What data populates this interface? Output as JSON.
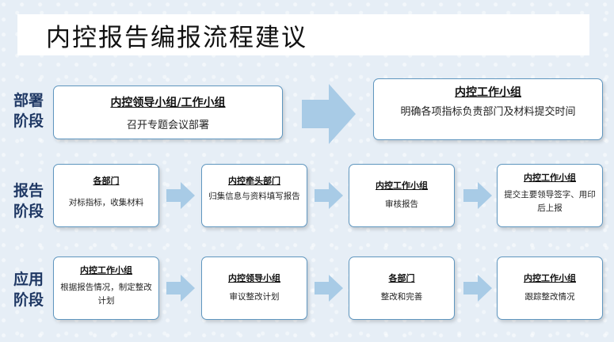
{
  "title": "内控报告编报流程建议",
  "stages": [
    {
      "label": "部署阶段"
    },
    {
      "label": "报告阶段"
    },
    {
      "label": "应用阶段"
    }
  ],
  "deploy": [
    {
      "head": "内控领导小组/工作小组",
      "desc": "召开专题会议部署"
    },
    {
      "head": "内控工作小组",
      "desc": "明确各项指标负责部门及材料提交时间"
    }
  ],
  "report": [
    {
      "head": "各部门",
      "desc": "对标指标，收集材料"
    },
    {
      "head": "内控牵头部门",
      "desc": "归集信息与资料填写报告"
    },
    {
      "head": "内控工作小组",
      "desc": "审核报告"
    },
    {
      "head": "内控工作小组",
      "desc": "提交主要领导签字、用印后上报"
    }
  ],
  "apply": [
    {
      "head": "内控工作小组",
      "desc": "根据报告情况，制定整改计划"
    },
    {
      "head": "内控领导小组",
      "desc": "审议整改计划"
    },
    {
      "head": "各部门",
      "desc": "整改和完善"
    },
    {
      "head": "内控工作小组",
      "desc": "跟踪整改情况"
    }
  ],
  "colors": {
    "arrow": "#a8cbe6",
    "border": "#5f96bf",
    "stage_text": "#1f3864"
  }
}
